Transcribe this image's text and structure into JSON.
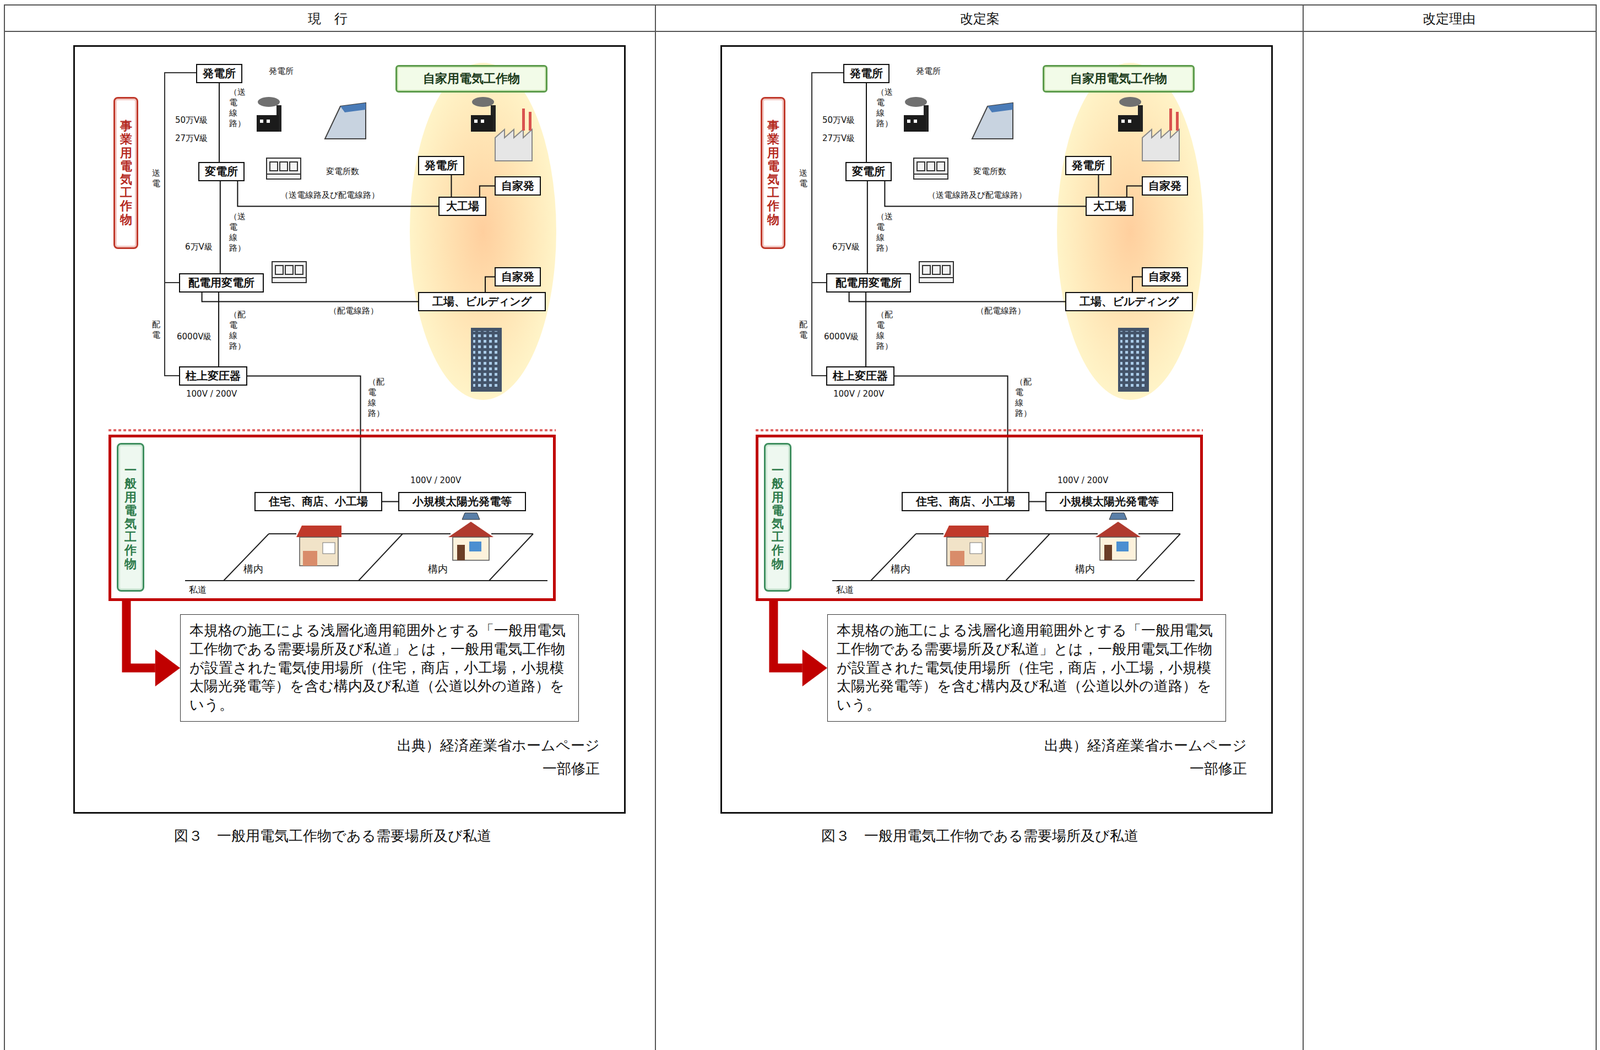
{
  "diagram": {
    "nodes": [
      {
        "text": [
          "出典）経済産業省ホームページ 一部修正"
        ]
      },
      {
        "text": [
          "事業用電気工作物"
        ],
        "in": 0
      },
      {
        "text": [
          "発電所"
        ],
        "in": 0
      },
      {
        "text": [
          "変電所"
        ],
        "in": 0
      },
      {
        "text": [
          "配電用変電所"
        ],
        "in": 0
      },
      {
        "text": [
          "柱上変圧器"
        ],
        "in": 0
      },
      {
        "text": [
          "自家用電気工作物"
        ],
        "in": 0
      },
      {
        "text": [
          "発電所"
        ],
        "in": 0
      },
      {
        "text": [
          "自家発"
        ],
        "in": 0
      },
      {
        "text": [
          "大工場"
        ],
        "in": 0
      },
      {
        "text": [
          "自家発"
        ],
        "in": 0
      },
      {
        "text": [
          "工場、ビルディング"
        ],
        "in": 0
      },
      {
        "text": [
          "100V / 200V",
          "構内",
          "構内",
          "私道"
        ],
        "in": 0
      },
      {
        "text": [
          "一般用電気工作物"
        ],
        "in": 12
      },
      {
        "text": [
          "住宅、商店、小工場"
        ],
        "in": 12
      },
      {
        "text": [
          "小規模太陽光発電等"
        ],
        "in": 12
      },
      {
        "text": [
          "本規格の施工による浅層化適用範囲外とする「一般用電気工作物である需要場所及び私道」とは，一般用電気工作物が設置された電気使用場所（住宅，商店，小工場，小規模太陽光発電等）を含む構内及び私道（公道以外の道路）をいう。"
        ],
        "in": 0
      },
      {
        "text": [
          "出典）経済産業省ホームページ 一部修正"
        ]
      },
      {
        "text": [
          "事業用電気工作物"
        ],
        "in": 17
      },
      {
        "text": [
          "発電所"
        ],
        "in": 17
      },
      {
        "text": [
          "変電所"
        ],
        "in": 17
      },
      {
        "text": [
          "配電用変電所"
        ],
        "in": 17
      },
      {
        "text": [
          "柱上変圧器"
        ],
        "in": 17
      },
      {
        "text": [
          "自家用電気工作物"
        ],
        "in": 17
      },
      {
        "text": [
          "発電所"
        ],
        "in": 17
      },
      {
        "text": [
          "自家発"
        ],
        "in": 17
      },
      {
        "text": [
          "大工場"
        ],
        "in": 17
      },
      {
        "text": [
          "自家発"
        ],
        "in": 17
      },
      {
        "text": [
          "工場、ビルディング"
        ],
        "in": 17
      },
      {
        "text": [
          "100V / 200V",
          "構内",
          "構内",
          "私道"
        ],
        "in": 17
      },
      {
        "text": [
          "一般用電気工作物"
        ],
        "in": 29
      },
      {
        "text": [
          "住宅、商店、小工場"
        ],
        "in": 29
      },
      {
        "text": [
          "小規模太陽光発電等"
        ],
        "in": 29
      },
      {
        "text": [
          "本規格の施工による浅層化適用範囲外とする「一般用電気工作物である需要場所及び私道」とは，一般用電気工作物が設置された電気使用場所（住宅，商店，小工場，小規模太陽光発電等）を含む構内及び私道（公道以外の道路）をいう。"
        ],
        "in": 17
      }
    ],
    "edges": [
      {
        "from": 2,
        "to": 3,
        "arrow": "none",
        "label": "（送電線路）"
      },
      {
        "from": 3,
        "to": 4,
        "arrow": "none",
        "label": "（送電線路）"
      },
      {
        "from": 4,
        "to": 5,
        "arrow": "none",
        "label": "（配電線路）"
      },
      {
        "from": 5,
        "to": 14,
        "arrow": "none",
        "label": "（配電線路）"
      },
      {
        "from": 3,
        "to": 9,
        "arrow": "none",
        "label": "（送電線路及び配電線路）"
      },
      {
        "from": 4,
        "to": 11,
        "arrow": "none",
        "label": "（配電線路）"
      },
      {
        "from": 7,
        "to": 9,
        "arrow": "none"
      },
      {
        "from": 8,
        "to": 9,
        "arrow": "none"
      },
      {
        "from": 10,
        "to": 11,
        "arrow": "none"
      },
      {
        "from": 14,
        "to": 15,
        "arrow": "none"
      },
      {
        "from": 12,
        "to": 16,
        "arrow": "to"
      },
      {
        "from": 19,
        "to": 20,
        "arrow": "none",
        "label": "（送電線路）"
      },
      {
        "from": 20,
        "to": 21,
        "arrow": "none",
        "label": "（送電線路）"
      },
      {
        "from": 21,
        "to": 22,
        "arrow": "none",
        "label": "（配電線路）"
      },
      {
        "from": 22,
        "to": 31,
        "arrow": "none",
        "label": "（配電線路）"
      },
      {
        "from": 20,
        "to": 26,
        "arrow": "none",
        "label": "（送電線路及び配電線路）"
      },
      {
        "from": 21,
        "to": 28,
        "arrow": "none",
        "label": "（配電線路）"
      },
      {
        "from": 24,
        "to": 26,
        "arrow": "none"
      },
      {
        "from": 25,
        "to": 26,
        "arrow": "none"
      },
      {
        "from": 27,
        "to": 28,
        "arrow": "none"
      },
      {
        "from": 31,
        "to": 32,
        "arrow": "none"
      },
      {
        "from": 29,
        "to": 33,
        "arrow": "to"
      }
    ],
    "labels": [
      "現　行",
      "改定案",
      "改定理由",
      "50万V級",
      "27万V級",
      "6万V級",
      "6000V級",
      "100V / 200V",
      "送電",
      "配電",
      "発電所",
      "変電所数",
      "図３　一般用電気工作物である需要場所及び私道",
      "50万V級",
      "27万V級",
      "6万V級",
      "6000V級",
      "100V / 200V",
      "送電",
      "配電",
      "発電所",
      "変電所数",
      "図３　一般用電気工作物である需要場所及び私道"
    ]
  }
}
